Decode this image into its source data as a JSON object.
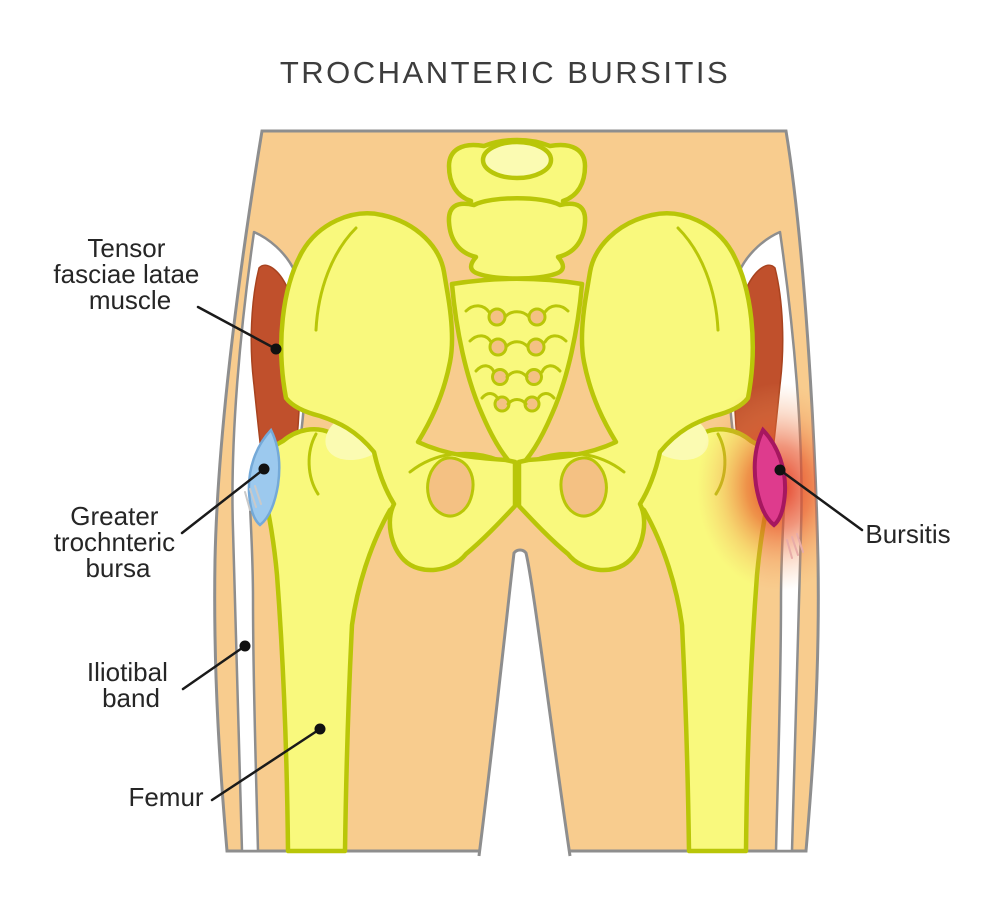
{
  "title": "TROCHANTERIC BURSITIS",
  "diagram": {
    "subject": "posterior view of pelvis and hips",
    "labels": {
      "tensor": {
        "lines": [
          "Tensor",
          "fasciae latae",
          "muscle"
        ]
      },
      "bursa": {
        "lines": [
          "Greater",
          "trochnteric",
          "bursa"
        ]
      },
      "itband": {
        "lines": [
          "Iliotibal",
          "band"
        ]
      },
      "femur": {
        "lines": [
          "Femur"
        ]
      },
      "bursitis": {
        "lines": [
          "Bursitis"
        ]
      }
    }
  },
  "colors": {
    "background": "#ffffff",
    "skin": "#F8CC8E",
    "outline_gray": "#8E8E8E",
    "bone_fill": "#F9F97D",
    "bone_outline": "#B9C608",
    "bone_highlight": "#FBFBB2",
    "foramen_fill": "#F4C183",
    "muscle": "#C0502C",
    "it_band": "#FFFFFF",
    "bursa_blue": "#9CC9EE",
    "bursa_blue_outline": "#74A9D8",
    "bursa_inflamed": "#DE3B8D",
    "bursa_inflamed_outline": "#A6175F",
    "inflammation_glow": "#E1331B",
    "label_text": "#262626",
    "title_text": "#3D3D3D",
    "leader_line": "#1A1A1A"
  }
}
